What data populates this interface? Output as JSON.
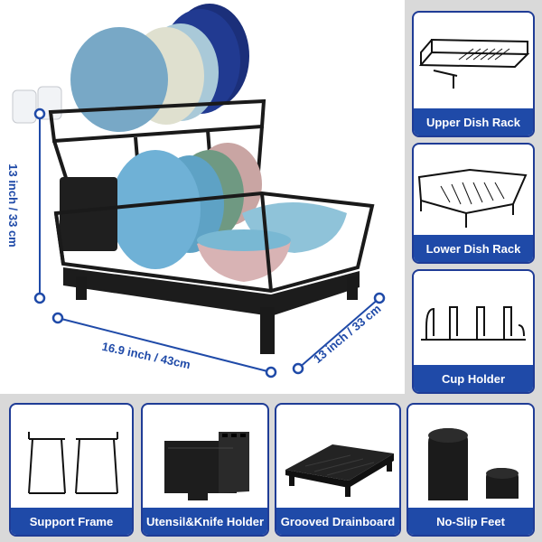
{
  "dimensions": {
    "height_label": "13 inch / 33 cm",
    "width_label": "16.9 inch / 43cm",
    "depth_label": "13 inch / 33 cm"
  },
  "side_parts": [
    {
      "icon": "upper-dish-rack-icon",
      "label": "Upper Dish Rack"
    },
    {
      "icon": "lower-dish-rack-icon",
      "label": "Lower Dish Rack"
    },
    {
      "icon": "cup-holder-icon",
      "label": "Cup Holder"
    }
  ],
  "bottom_parts": [
    {
      "icon": "support-frame-icon",
      "label": "Support Frame"
    },
    {
      "icon": "utensil-knife-holder-icon",
      "label": "Utensil&Knife Holder"
    },
    {
      "icon": "grooved-drainboard-icon",
      "label": "Grooved Drainboard"
    },
    {
      "icon": "no-slip-feet-icon",
      "label": "No-Slip Feet"
    }
  ],
  "colors": {
    "accent": "#1f4aa8",
    "background_panel": "#d9d9d9",
    "rack": "#1a1a1a"
  }
}
